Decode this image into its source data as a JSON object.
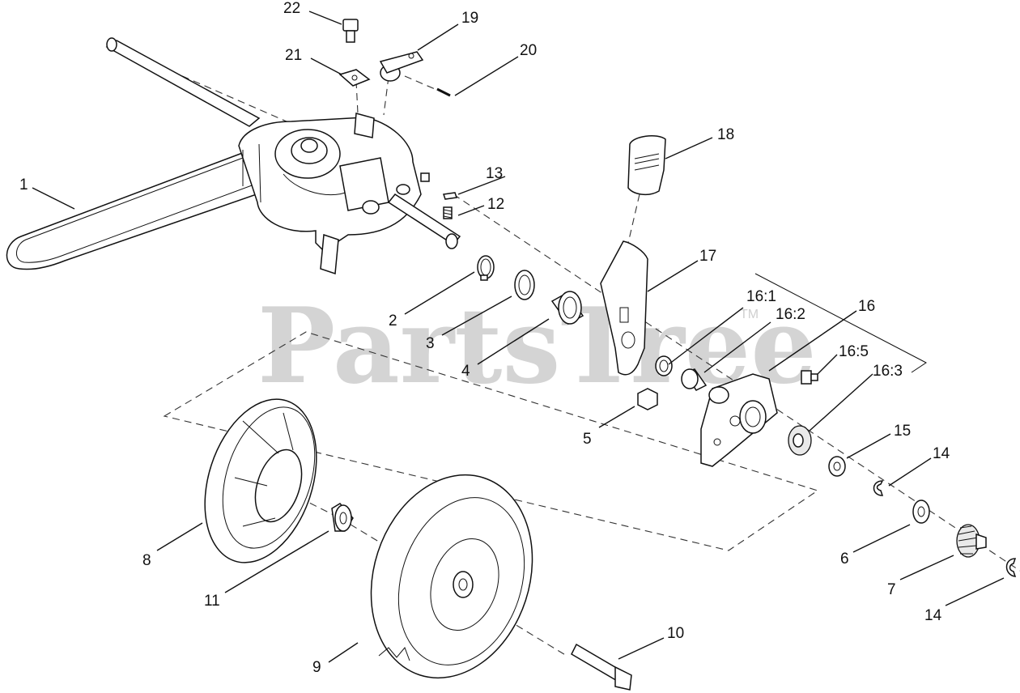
{
  "watermark": {
    "text": "PartsTree",
    "trademark": "TM"
  },
  "callouts": [
    "22",
    "19",
    "20",
    "21",
    "1",
    "18",
    "13",
    "12",
    "17",
    "16",
    "16:1",
    "16:2",
    "16:5",
    "16:3",
    "2",
    "3",
    "4",
    "5",
    "15",
    "14",
    "6",
    "7",
    "8",
    "11",
    "10",
    "9"
  ]
}
